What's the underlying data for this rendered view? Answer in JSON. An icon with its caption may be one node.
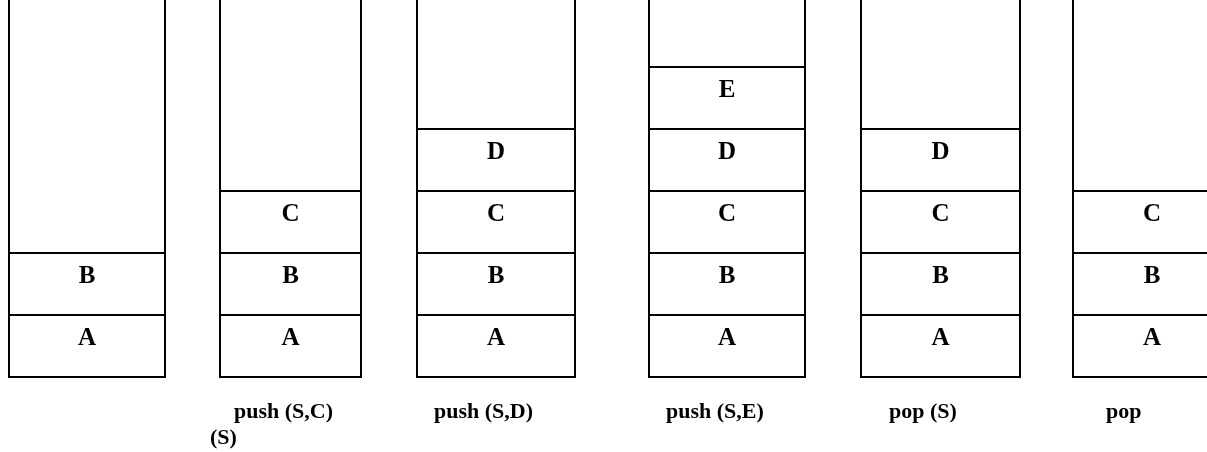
{
  "diagram": {
    "nodes": [
      {
        "text": [],
        "shape": "box"
      },
      {
        "text": [
          "B"
        ],
        "in": 0
      },
      {
        "text": [
          "A"
        ],
        "in": 0
      },
      {
        "text": [],
        "shape": "box"
      },
      {
        "text": [
          "C"
        ],
        "in": 3
      },
      {
        "text": [
          "B"
        ],
        "in": 3
      },
      {
        "text": [
          "A"
        ],
        "in": 3
      },
      {
        "text": [],
        "shape": "box"
      },
      {
        "text": [
          "D"
        ],
        "in": 7
      },
      {
        "text": [
          "C"
        ],
        "in": 7
      },
      {
        "text": [
          "B"
        ],
        "in": 7
      },
      {
        "text": [
          "A"
        ],
        "in": 7
      },
      {
        "text": [],
        "shape": "box"
      },
      {
        "text": [
          "E"
        ],
        "in": 12
      },
      {
        "text": [
          "D"
        ],
        "in": 12
      },
      {
        "text": [
          "C"
        ],
        "in": 12
      },
      {
        "text": [
          "B"
        ],
        "in": 12
      },
      {
        "text": [
          "A"
        ],
        "in": 12
      },
      {
        "text": [],
        "shape": "box"
      },
      {
        "text": [
          "D"
        ],
        "in": 18
      },
      {
        "text": [
          "C"
        ],
        "in": 18
      },
      {
        "text": [
          "B"
        ],
        "in": 18
      },
      {
        "text": [
          "A"
        ],
        "in": 18
      },
      {
        "text": [],
        "shape": "box"
      },
      {
        "text": [
          "C"
        ],
        "in": 23
      },
      {
        "text": [
          "B"
        ],
        "in": 23
      },
      {
        "text": [
          "A"
        ],
        "in": 23
      }
    ],
    "labels": [
      "push (S,C)",
      "push (S,D)",
      "push (S,E)",
      "pop (S)",
      "pop",
      "(S)"
    ]
  }
}
